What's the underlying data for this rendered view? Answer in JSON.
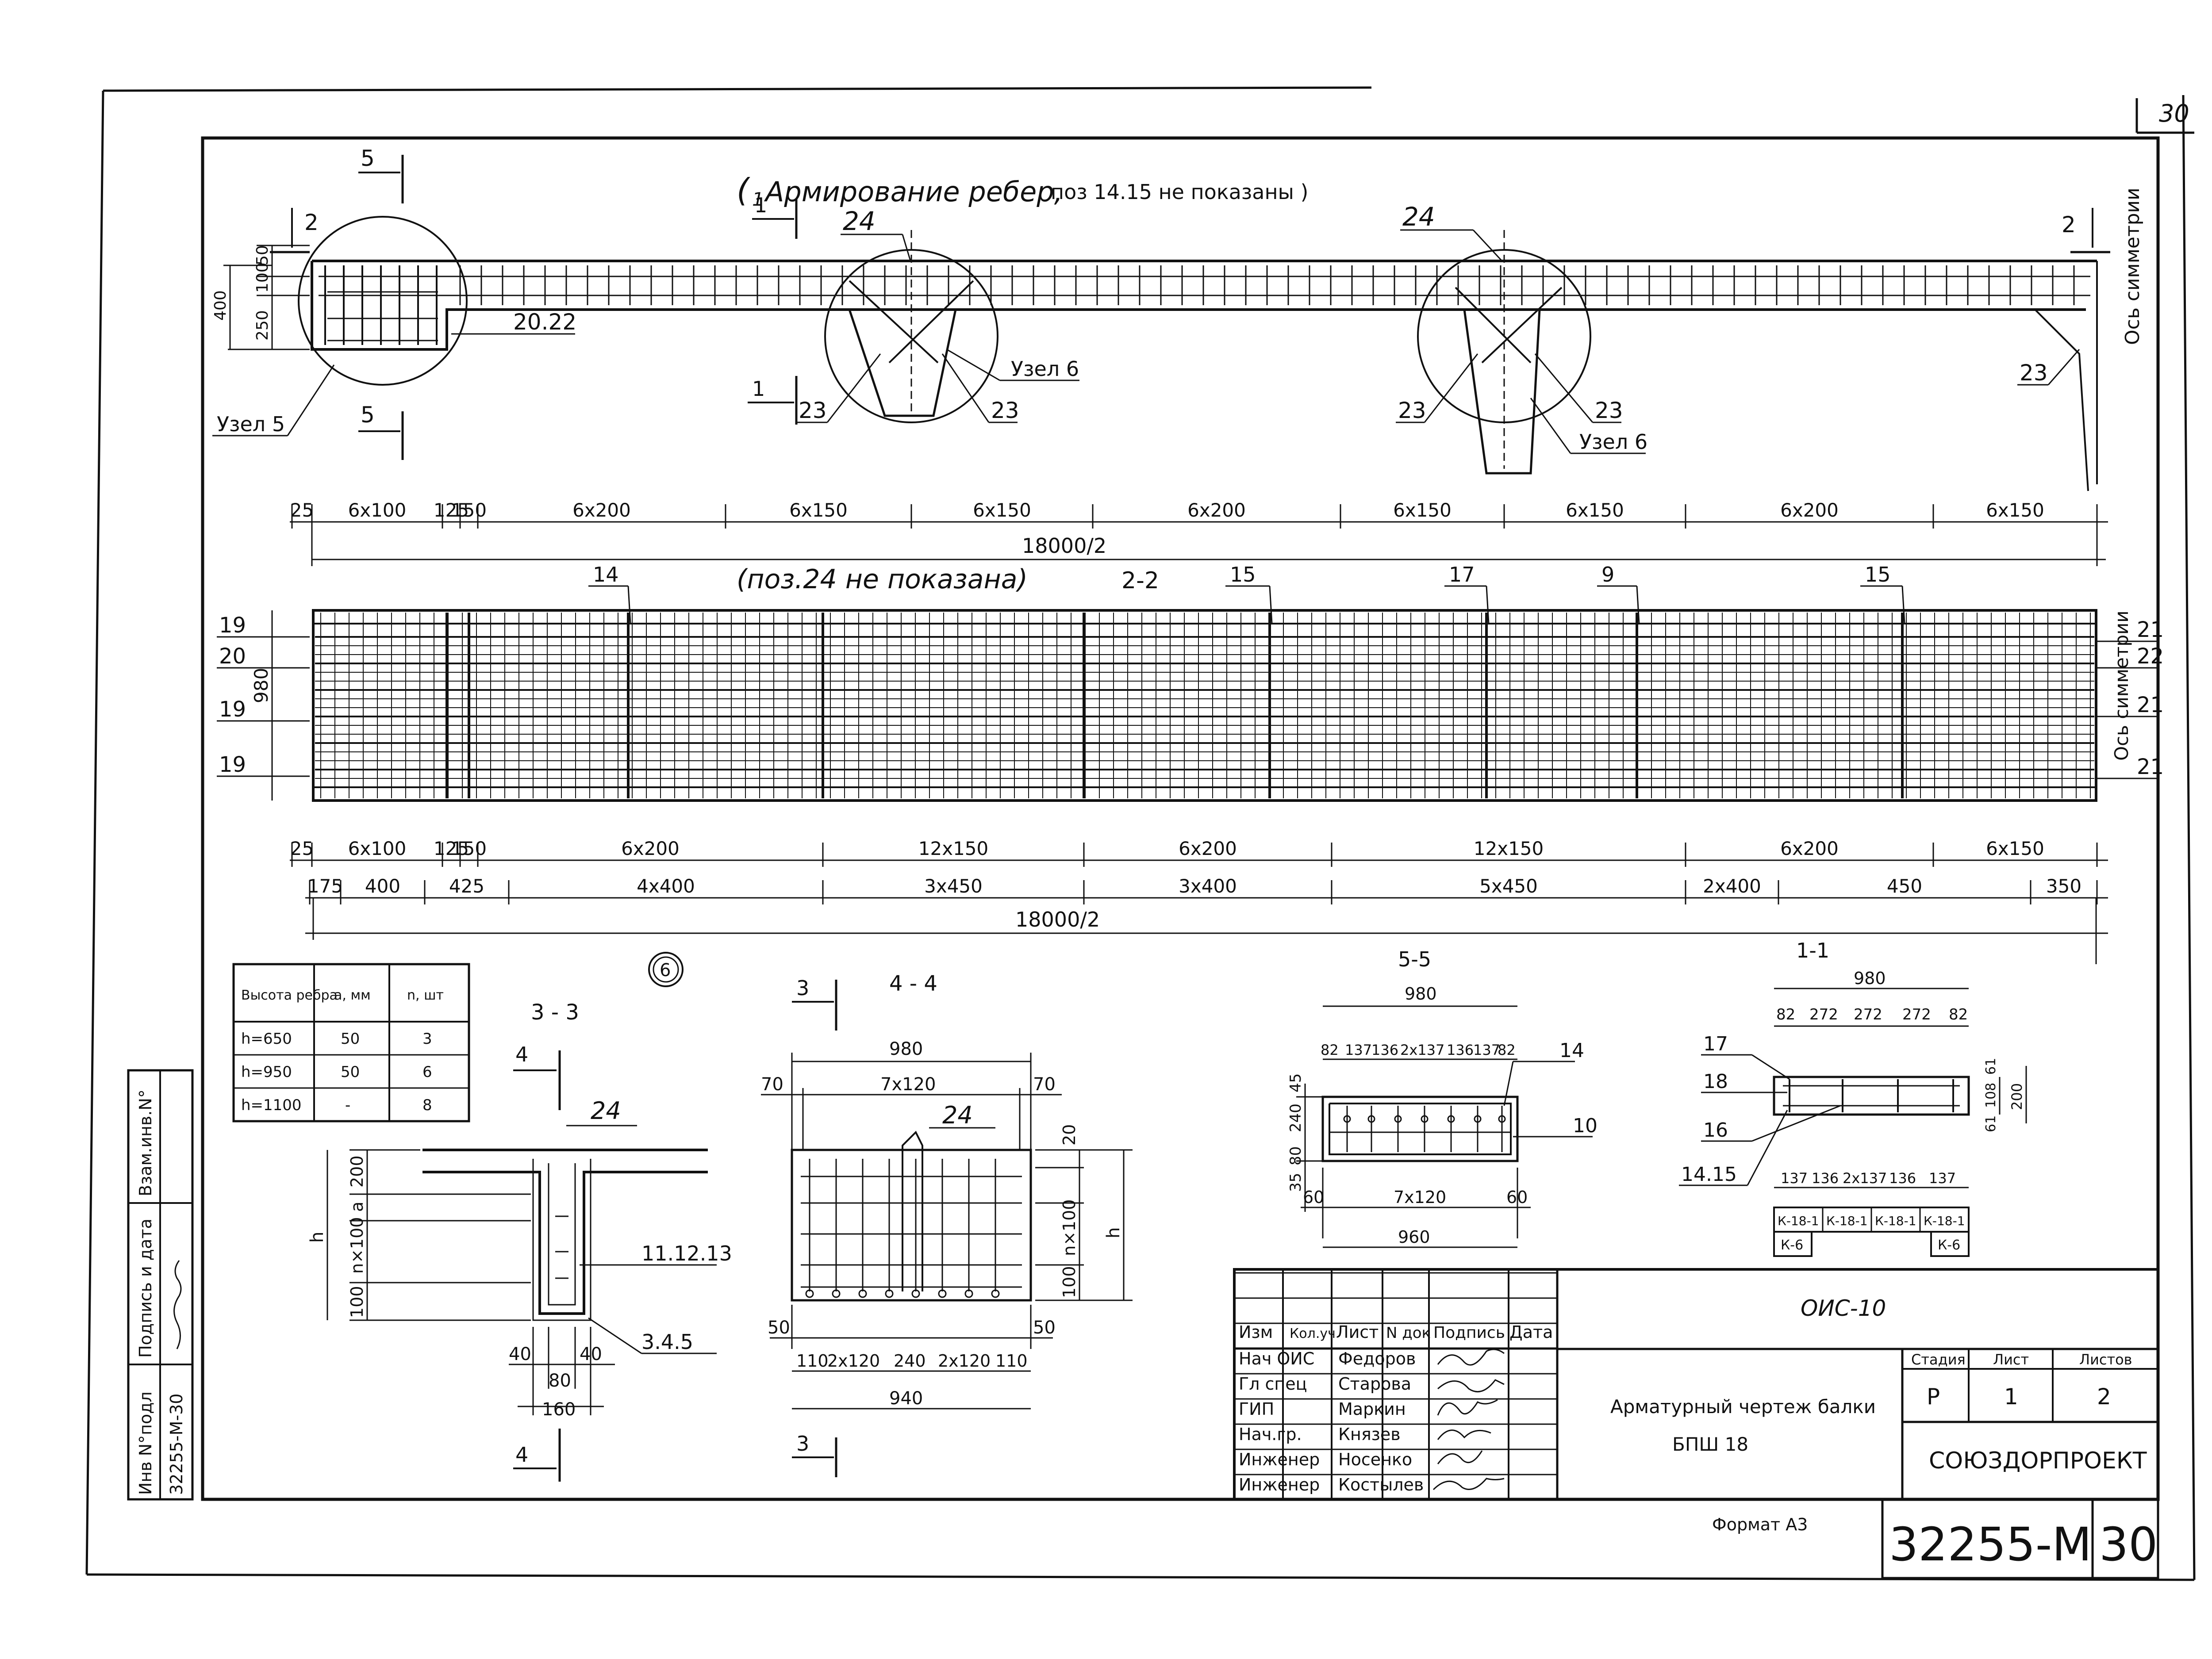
{
  "sheet_number": "30",
  "elevation": {
    "note_prefix": "(",
    "note_section_mark": "1",
    "note_main": "Армирование ребер,",
    "note_tail": "поз 14.15 не показаны )",
    "axis_label": "Ось симметрии",
    "node5_label": "Узел 5",
    "node6_label": "Узел 6",
    "pos_20_22": "20.22",
    "pos_23": "23",
    "pos_24": "24",
    "cut_marks": {
      "s5": "5",
      "s2": "2",
      "s1": "1"
    },
    "dims_vertical": [
      "50",
      "100",
      "250",
      "400"
    ],
    "dim_chain": [
      "25",
      "6x100",
      "125",
      "150",
      "6x200",
      "6x150",
      "6x150",
      "6x200",
      "6x150",
      "6x150",
      "6x200",
      "6x150"
    ],
    "total": "18000/2"
  },
  "plan": {
    "note": "(поз.24 не показана)",
    "section_label": "2-2",
    "top_positions": [
      "14",
      "15",
      "17",
      "9",
      "15"
    ],
    "left_positions": [
      "19",
      "20",
      "19",
      "19"
    ],
    "right_positions": [
      "21",
      "22",
      "21",
      "21"
    ],
    "height": "980",
    "axis_label": "Ось симметрии",
    "chain1": [
      "25",
      "6x100",
      "125",
      "150",
      "6x200",
      "12x150",
      "6x200",
      "12x150",
      "6x200",
      "6x150"
    ],
    "chain2": [
      "175",
      "400",
      "425",
      "4x400",
      "3x450",
      "3x400",
      "5x450",
      "2x400",
      "450",
      "350"
    ],
    "total": "18000/2"
  },
  "table": {
    "headers": [
      "Высота ребра",
      "a, мм",
      "n, шт"
    ],
    "rows": [
      [
        "h=650",
        "50",
        "3"
      ],
      [
        "h=950",
        "50",
        "6"
      ],
      [
        "h=1100",
        "-",
        "8"
      ]
    ]
  },
  "circle_mark": "6",
  "section33": {
    "title": "3 - 3",
    "cut": "4",
    "pos24": "24",
    "pos_11_12_13": "11.12.13",
    "pos_3_4_5": "3.4.5",
    "dims": [
      "200",
      "a",
      "n×100",
      "100",
      "h",
      "40",
      "80",
      "40",
      "160"
    ]
  },
  "section44": {
    "title": "4 - 4",
    "cut": "3",
    "pos24": "24",
    "dims_top": [
      "980",
      "70",
      "7x120",
      "70"
    ],
    "dims_right": [
      "20",
      "n×100",
      "100",
      "h"
    ],
    "dims_bottom": [
      "50",
      "50",
      "110",
      "2x120",
      "240",
      "2x120",
      "110",
      "940"
    ]
  },
  "section55": {
    "title": "5-5",
    "top": "980",
    "row": [
      "82",
      "137",
      "136",
      "2x137",
      "136",
      "137",
      "82"
    ],
    "left": [
      "45",
      "240",
      "80",
      "35"
    ],
    "bottom_row": [
      "60",
      "7x120",
      "60"
    ],
    "bottom": "960",
    "pos": [
      "14",
      "10"
    ]
  },
  "section11": {
    "title": "1-1",
    "top": "980",
    "row": [
      "82",
      "272",
      "272",
      "272",
      "82"
    ],
    "pos": [
      "17",
      "18",
      "16",
      "14.15"
    ],
    "right": [
      "61",
      "108",
      "61",
      "200"
    ],
    "bottom_row": [
      "137",
      "136",
      "2x137",
      "136",
      "137"
    ],
    "marks_row1": [
      "К-18-1",
      "К-18-1",
      "К-18-1",
      "К-18-1"
    ],
    "marks_row2": [
      "К-6",
      "К-6"
    ]
  },
  "side_stamp": {
    "labels": [
      "Инв N°подл",
      "Подпись и дата",
      "Взам.инв.N°"
    ],
    "value": "32255-М-30"
  },
  "title_block": {
    "headers": [
      "Изм",
      "Кол.уч",
      "Лист",
      "N док",
      "Подпись",
      "Дата"
    ],
    "people": [
      [
        "Нач ОИС",
        "Федоров"
      ],
      [
        "Гл спец",
        "Старова"
      ],
      [
        "ГИП",
        "Маркин"
      ],
      [
        "Нач.гр.",
        "Князев"
      ],
      [
        "Инженер",
        "Носенко"
      ],
      [
        "Инженер",
        "Костылев"
      ]
    ],
    "code": "ОИС-10",
    "description_line1": "Арматурный чертеж балки",
    "description_line2": "БПШ 18",
    "stage_headers": [
      "Стадия",
      "Лист",
      "Листов"
    ],
    "stage_values": [
      "Р",
      "1",
      "2"
    ],
    "organization": "СОЮЗДОРПРОЕКТ",
    "format": "Формат А3",
    "doc_number": "32255-М",
    "page": "30"
  }
}
